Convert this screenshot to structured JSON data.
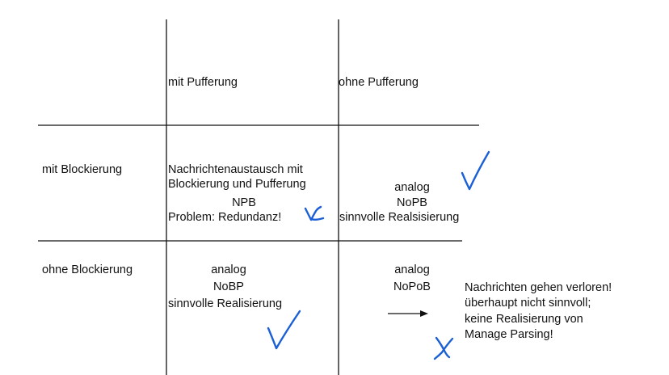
{
  "table": {
    "col_headers": [
      "mit Pufferung",
      "ohne Pufferung"
    ],
    "row_headers": [
      "mit Blockierung",
      "ohne Blockierung"
    ],
    "cells": {
      "r1c1": [
        "Nachrichtenaustausch mit",
        "Blockierung und Pufferung",
        "NPB",
        "Problem: Redundanz!"
      ],
      "r1c2": [
        "analog",
        "NoPB",
        "sinnvolle Realsisierung"
      ],
      "r2c1": [
        "analog",
        "NoBP",
        "sinnvolle Realisierung"
      ],
      "r2c2": [
        "analog",
        "NoPoB"
      ]
    }
  },
  "side_note": [
    "Nachrichten gehen verloren!",
    "überhaupt nicht sinnvoll;",
    "keine Realisierung von",
    "Manage Parsing!"
  ],
  "annotations": {
    "ink_color": "#1a5fd6",
    "marks": [
      "cross-mark",
      "check-mark",
      "check-mark",
      "cross-mark"
    ]
  }
}
